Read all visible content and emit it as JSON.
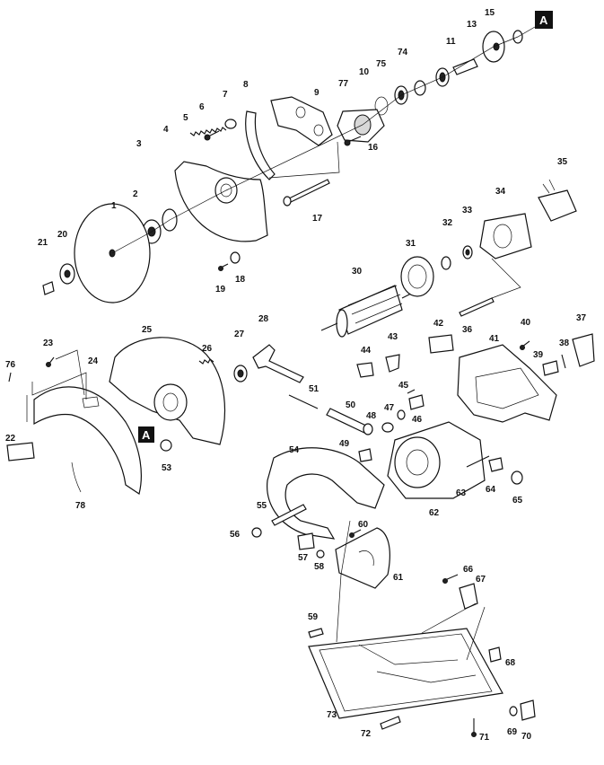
{
  "marker_label": "A",
  "labels": [
    "1",
    "2",
    "3",
    "4",
    "5",
    "6",
    "7",
    "8",
    "9",
    "10",
    "11",
    "13",
    "15",
    "16",
    "17",
    "18",
    "19",
    "20",
    "21",
    "22",
    "23",
    "24",
    "25",
    "26",
    "27",
    "28",
    "30",
    "31",
    "32",
    "33",
    "34",
    "35",
    "36",
    "37",
    "38",
    "39",
    "40",
    "41",
    "42",
    "43",
    "44",
    "45",
    "46",
    "47",
    "48",
    "49",
    "50",
    "51",
    "53",
    "54",
    "55",
    "56",
    "57",
    "58",
    "59",
    "60",
    "61",
    "62",
    "63",
    "64",
    "65",
    "66",
    "67",
    "68",
    "69",
    "70",
    "71",
    "72",
    "73",
    "74",
    "75",
    "76",
    "77",
    "78"
  ]
}
